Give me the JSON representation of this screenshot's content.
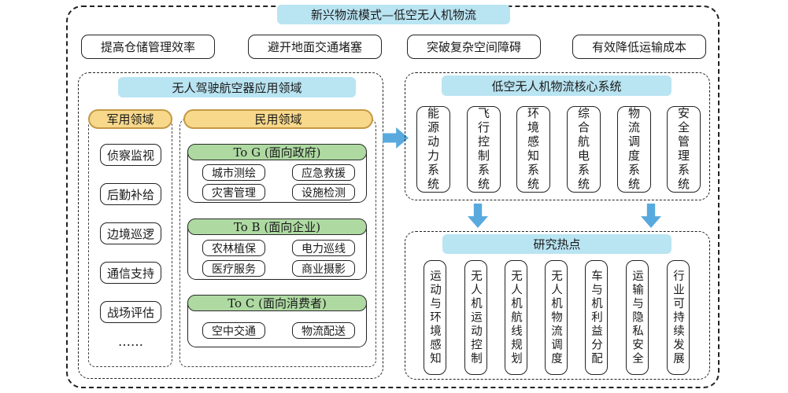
{
  "title": "新兴物流模式—低空无人机物流",
  "benefits": [
    "提高仓储管理效率",
    "避开地面交通堵塞",
    "突破复杂空间障碍",
    "有效降低运输成本"
  ],
  "application": {
    "title": "无人驾驶航空器应用领域",
    "military": {
      "header": "军用领域",
      "items": [
        "侦察监视",
        "后勤补给",
        "边境巡逻",
        "通信支持",
        "战场评估"
      ],
      "more": "……"
    },
    "civil": {
      "header": "民用领域",
      "groups": [
        {
          "header": "To G (面向政府)",
          "items": [
            "城市测绘",
            "应急救援",
            "灾害管理",
            "设施检测"
          ]
        },
        {
          "header": "To B (面向企业)",
          "items": [
            "农林植保",
            "电力巡线",
            "医疗服务",
            "商业摄影"
          ]
        },
        {
          "header": "To C (面向消费者)",
          "items": [
            "空中交通",
            "物流配送"
          ]
        }
      ]
    }
  },
  "core_system": {
    "title": "低空无人机物流核心系统",
    "columns": [
      "能源动力系统",
      "飞行控制系统",
      "环境感知系统",
      "综合航电系统",
      "物流调度系统",
      "安全管理系统"
    ]
  },
  "research": {
    "title": "研究热点",
    "columns": [
      "运动与环境感知",
      "无人机运动控制",
      "无人机航线规划",
      "无人机物流调度",
      "车与机利益分配",
      "运输与隐私安全",
      "行业可持续发展"
    ]
  },
  "colors": {
    "light_blue": "#b9e4f2",
    "yellow_fill": "#f8d88a",
    "yellow_border": "#c49a45",
    "green_fill": "#aedaa2",
    "arrow_blue": "#58aade"
  }
}
